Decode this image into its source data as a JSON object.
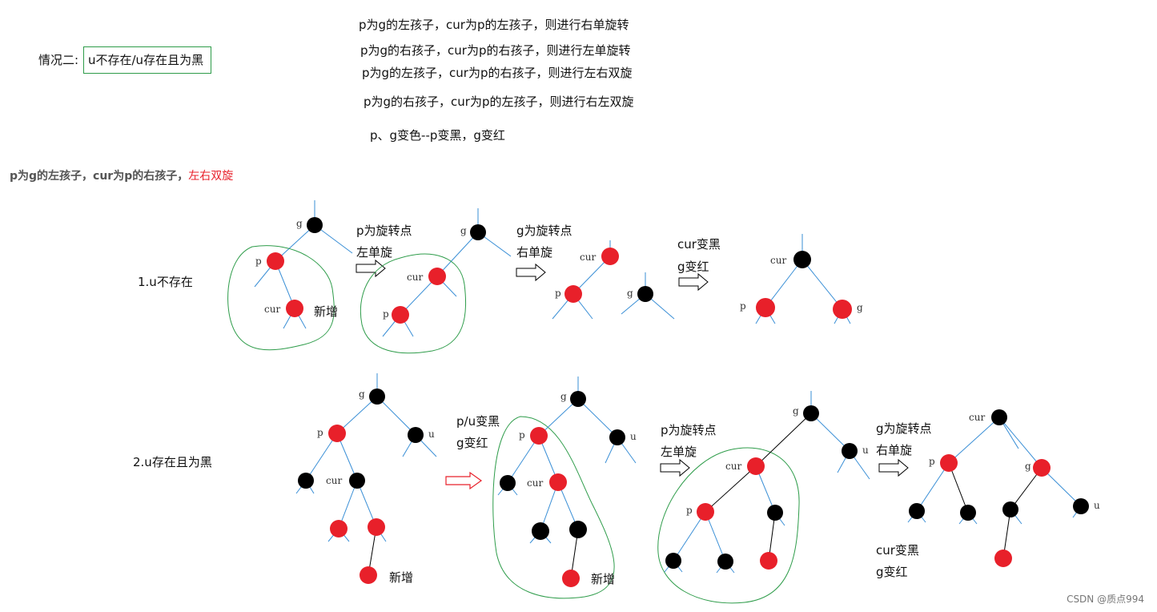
{
  "header": {
    "case_label": "情况二:",
    "case_box": "u不存在/u存在且为黑"
  },
  "rules": [
    "p为g的左孩子，cur为p的左孩子，则进行右单旋转",
    "p为g的右孩子，cur为p的右孩子，则进行左单旋转",
    "p为g的左孩子，cur为p的右孩子，则进行左右双旋",
    "p为g的右孩子，cur为p的左孩子，则进行右左双旋"
  ],
  "recolor_rule": "p、g变色--p变黑，g变红",
  "subtitle": {
    "text": "p为g的左孩子，cur为p的右孩子，",
    "highlight": "左右双旋"
  },
  "row1": {
    "title": "1.u不存在",
    "step1": [
      "p为旋转点",
      "左单旋"
    ],
    "step2": [
      "g为旋转点",
      "右单旋"
    ],
    "step3": [
      "cur变黑",
      "g变红"
    ],
    "new_label": "新增"
  },
  "row2": {
    "title": "2.u存在且为黑",
    "step1": [
      "p/u变黑",
      "g变红"
    ],
    "step2": [
      "p为旋转点",
      "左单旋"
    ],
    "step3": [
      "g为旋转点",
      "右单旋"
    ],
    "final_note": [
      "cur变黑",
      "g变红"
    ],
    "new_label": "新增"
  },
  "node_labels": {
    "g": "g",
    "p": "p",
    "u": "u",
    "cur": "cur"
  },
  "colors": {
    "red_node": "#e8202a",
    "black_node": "#000000",
    "edge": "#3a8fd6",
    "outline": "#2e9c4a",
    "arrow": "#000000",
    "arrow_red": "#e8202a"
  },
  "watermark": "CSDN @质点994"
}
